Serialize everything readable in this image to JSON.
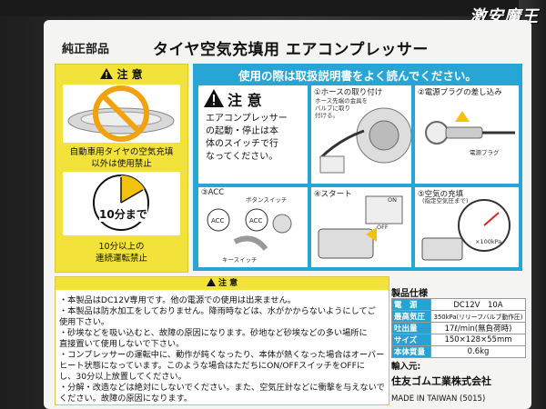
{
  "watermark": "激安魔王",
  "header": {
    "genuine": "純正部品",
    "title": "タイヤ空気充填用 エアコンプレッサー"
  },
  "yellow": {
    "banner": "注 意",
    "text1_line1": "自動車用タイヤの空気充填",
    "text1_line2": "以外は使用禁止",
    "timer_label": "10分まで",
    "text2_line1": "10分以上の",
    "text2_line2": "連続運転禁止"
  },
  "blue": {
    "notice": "使用の際は取扱説明書をよく読んでください。",
    "caution_title": "注 意",
    "caution_text": [
      "エアコンプレッサー",
      "の起動・停止は本",
      "体のスイッチで行",
      "なってください。"
    ],
    "p1_label": "①ホースの取り付け",
    "p1_sub": [
      "ホース先端の金具を",
      "バルブに取り",
      "付ける。"
    ],
    "p2_label": "②電源プラグの差し込み",
    "p2_sub": "電源プラグ",
    "p3_label": "③ACC",
    "p3_btn": "ボタンスイッチ",
    "p3_key": "キースイッチ",
    "p4_label": "④スタート",
    "p4_on": "ON",
    "p4_off": "OFF",
    "p5_label": "⑤空気の充填",
    "p5_sub": "(指定空気圧まで)",
    "p5_unit": "×100kPa"
  },
  "notes": {
    "banner": "注 意",
    "lines": [
      "・本製品はDC12V専用です。他の電源での使用は出来ません。",
      "・本製品は防水加工をしておりません。降雨時などは、水がかからないようにしてご",
      "  使用下さい。",
      "・砂埃などを吸い込むと、故障の原因になります。砂地など砂埃などの多い場所に",
      "  直接置いて使用しないで下さい。",
      "・コンプレッサーの運転中に、動作が鈍くなったり、本体が熱くなった場合はオーバー",
      "  ヒート状態になっています。このような場合はただちにON/OFFスイッチをOFFに",
      "  し、30分以上放置してください。",
      "・分解・改造などは絶対にしないでください。また、空気圧計などに衝撃を与えないで",
      "  ください。故障の原因になります。"
    ]
  },
  "spec": {
    "title": "製品仕様",
    "rows": [
      {
        "k": "電　源",
        "v": "DC12V　10A"
      },
      {
        "k": "最高気圧",
        "v": "350kPa(リリーフバルブ動作圧)"
      },
      {
        "k": "吐出量",
        "v": "17ℓ/min(無負荷時)"
      },
      {
        "k": "サイズ",
        "v": "150×128×55mm"
      },
      {
        "k": "本体質量",
        "v": "0.6kg"
      }
    ],
    "importer": "輸入元:",
    "company": "住友ゴム工業株式会社",
    "made": "MADE IN TAIWAN (5015)"
  }
}
